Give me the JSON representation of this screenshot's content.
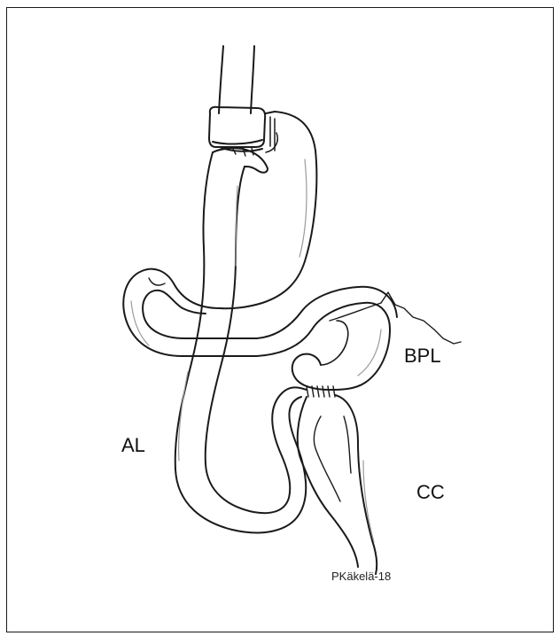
{
  "diagram": {
    "labels": {
      "al": "AL",
      "bpl": "BPL",
      "cc": "CC"
    },
    "signature": "PKäkelä-18",
    "colors": {
      "line": "#1a1a1a",
      "shade": "#9a9a9a",
      "background": "#ffffff"
    }
  }
}
